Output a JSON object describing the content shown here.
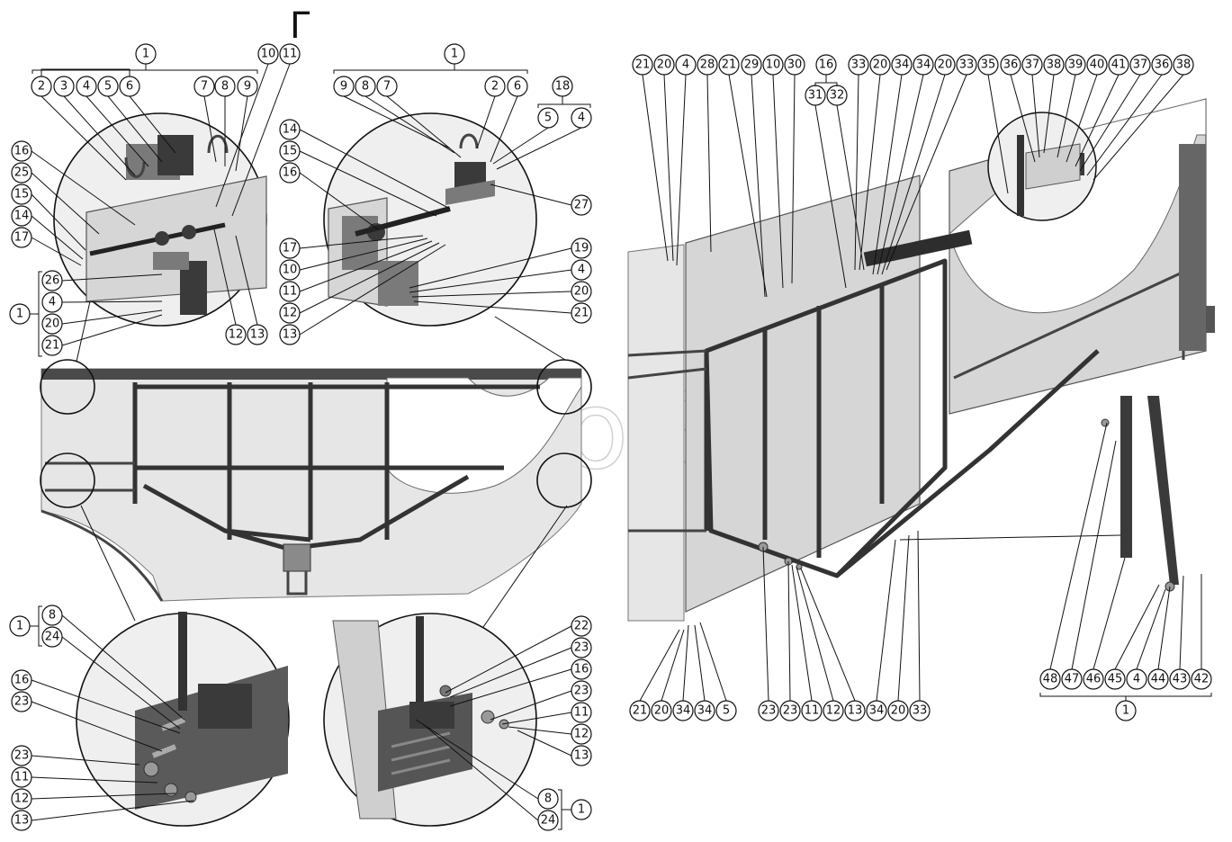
{
  "view_label": "Г",
  "watermark": "AutoSoft",
  "top_left_group": {
    "assembly": "1",
    "row": [
      "2",
      "3",
      "4",
      "5",
      "6",
      "7",
      "8",
      "9"
    ],
    "top_right": [
      "10",
      "11"
    ],
    "left_column": [
      "16",
      "25",
      "15",
      "14",
      "17"
    ],
    "bottom_right": [
      "12",
      "13"
    ],
    "left_bracket_assembly": "1",
    "left_bracket_items": [
      "26",
      "4",
      "20",
      "21"
    ]
  },
  "top_mid_group": {
    "assembly": "1",
    "row_left": [
      "9",
      "8",
      "7"
    ],
    "row_right": [
      "2",
      "6"
    ],
    "sub_assembly": "18",
    "sub_items": [
      "5",
      "4"
    ],
    "left_column": [
      "14",
      "15",
      "16",
      "17",
      "10",
      "11",
      "12",
      "13"
    ],
    "right_column": [
      "27",
      "19",
      "4",
      "20",
      "21"
    ]
  },
  "bottom_left_group": {
    "assembly": "1",
    "bracket_items": [
      "8",
      "24"
    ],
    "left_column": [
      "16",
      "23",
      "23",
      "11",
      "12",
      "13"
    ]
  },
  "bottom_mid_group": {
    "right_column": [
      "22",
      "23",
      "16",
      "23",
      "11",
      "12",
      "13"
    ],
    "bracket_items": [
      "8",
      "24"
    ],
    "assembly": "1"
  },
  "right_group": {
    "top_row": [
      "21",
      "20",
      "4",
      "28",
      "21",
      "29",
      "10",
      "30",
      "16",
      "33",
      "20",
      "34",
      "34",
      "20",
      "33",
      "35",
      "36",
      "37",
      "38",
      "39",
      "40",
      "41",
      "37",
      "36",
      "38"
    ],
    "sub_group_16": [
      "31",
      "32"
    ],
    "bottom_row_a": [
      "21",
      "20",
      "34",
      "34",
      "5"
    ],
    "bottom_row_b": [
      "23",
      "23",
      "11",
      "12",
      "13",
      "34",
      "20",
      "33"
    ],
    "bottom_row_c": [
      "48",
      "47",
      "46",
      "45",
      "4",
      "44",
      "43",
      "42"
    ],
    "bottom_assembly": "1"
  }
}
